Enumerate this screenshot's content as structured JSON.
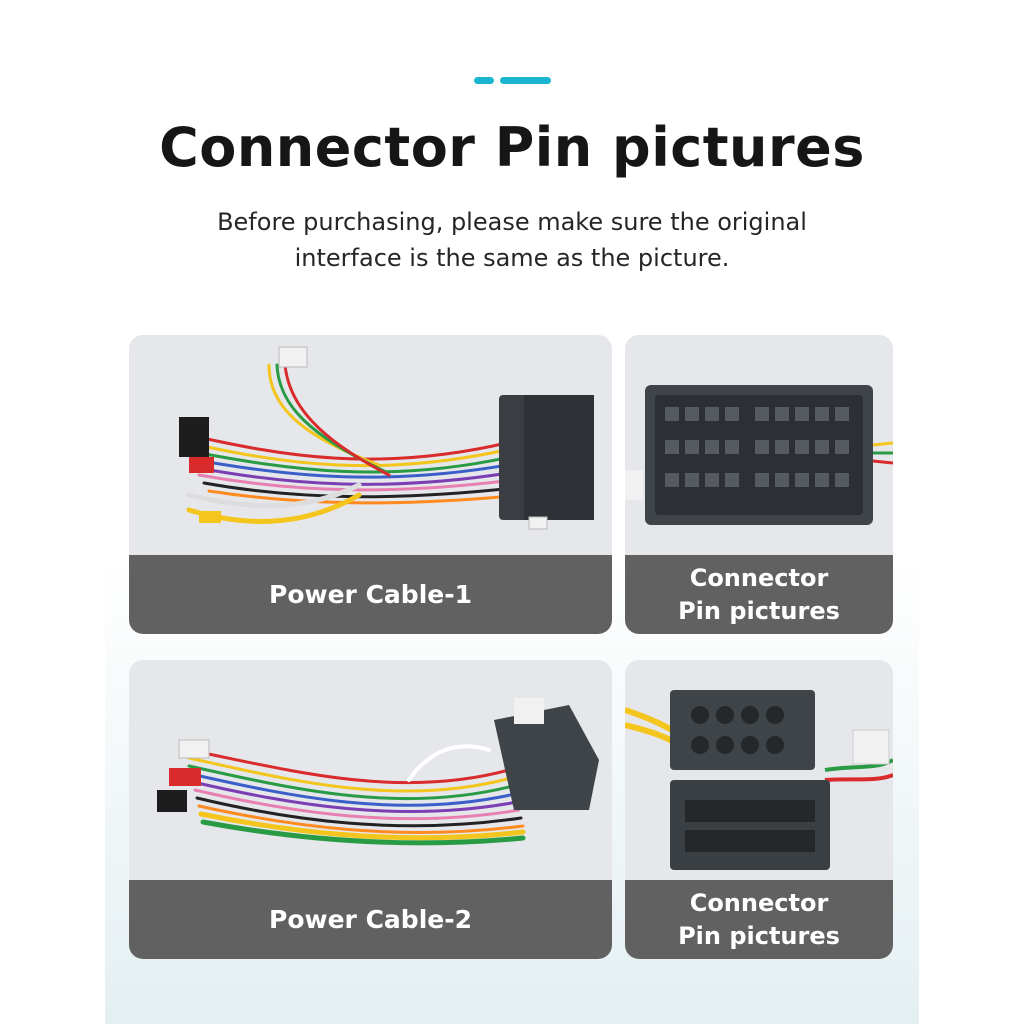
{
  "header": {
    "title": "Connector Pin pictures",
    "subtitle_line1": "Before purchasing, please make sure the original",
    "subtitle_line2": "interface is the same as the picture."
  },
  "cards": [
    {
      "caption": "Power Cable-1",
      "image": "wiring-harness-photo"
    },
    {
      "caption_line1": "Connector",
      "caption_line2": "Pin pictures",
      "image": "connector-pins-photo"
    },
    {
      "caption": "Power Cable-2",
      "image": "wiring-harness-photo"
    },
    {
      "caption_line1": "Connector",
      "caption_line2": "Pin pictures",
      "image": "iso-connector-photo"
    }
  ],
  "colors": {
    "accent": "#19b5d1",
    "title": "#161616",
    "caption_bar": "#616161",
    "card_bg": "#e7e8ec"
  }
}
